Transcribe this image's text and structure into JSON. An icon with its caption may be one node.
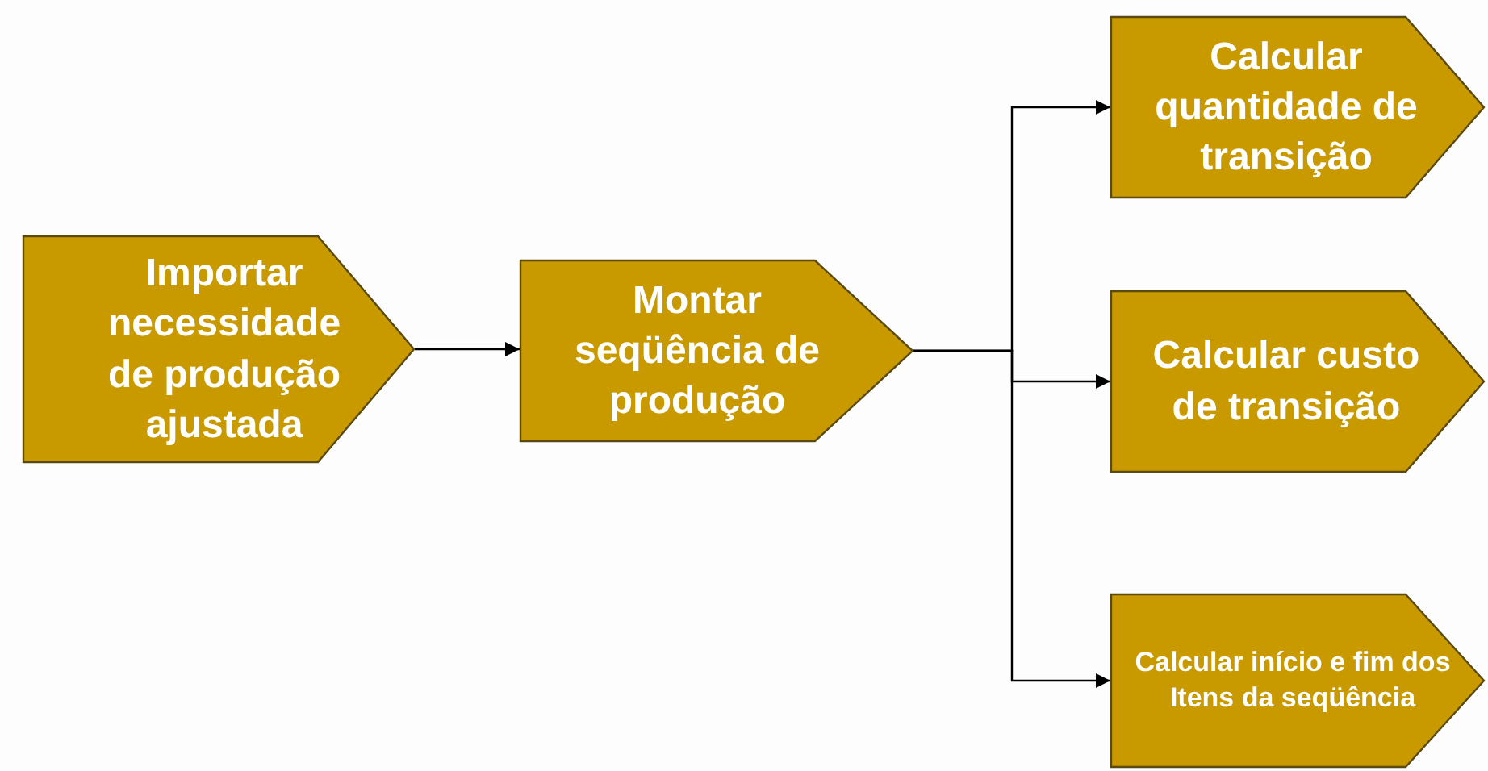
{
  "diagram": {
    "nodes": [
      {
        "text": [
          "Importar necessidade de produção ajustada"
        ]
      },
      {
        "text": [
          "Montar seqüência de produção"
        ]
      },
      {
        "text": [
          "Calcular quantidade de transição"
        ]
      },
      {
        "text": [
          "Calcular custo de transição"
        ]
      },
      {
        "text": [
          "Calcular início e fim dos Itens da seqüência"
        ]
      }
    ],
    "edges": [
      {
        "from": 0,
        "to": 1,
        "arrow": "to"
      },
      {
        "from": 1,
        "to": 2,
        "arrow": "to"
      },
      {
        "from": 1,
        "to": 3,
        "arrow": "to"
      },
      {
        "from": 1,
        "to": 4,
        "arrow": "to"
      }
    ]
  }
}
